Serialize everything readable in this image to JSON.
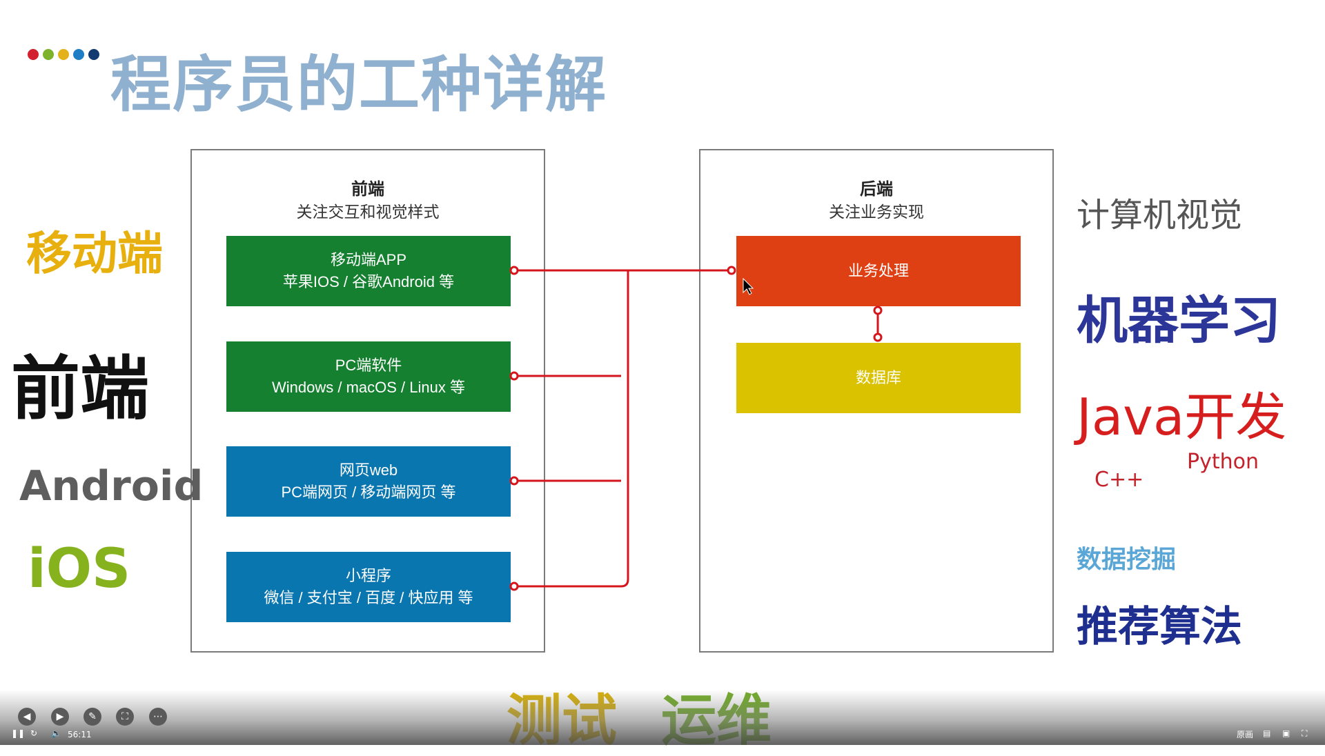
{
  "slide": {
    "title": "程序员的工种详解",
    "dots": [
      "#d3202e",
      "#7cb32b",
      "#e3b21a",
      "#1d7ec6",
      "#123a70"
    ]
  },
  "frontend": {
    "title": "前端",
    "subtitle": "关注交互和视觉样式",
    "boxes": [
      {
        "line1": "移动端APP",
        "line2": "苹果IOS / 谷歌Android 等",
        "color": "#15802f"
      },
      {
        "line1": "PC端软件",
        "line2": "Windows / macOS / Linux 等",
        "color": "#15802f"
      },
      {
        "line1": "网页web",
        "line2": "PC端网页 / 移动端网页 等",
        "color": "#0a76b0"
      },
      {
        "line1": "小程序",
        "line2": "微信 / 支付宝 / 百度 / 快应用 等",
        "color": "#0a76b0"
      }
    ]
  },
  "backend": {
    "title": "后端",
    "subtitle": "关注业务实现",
    "boxes": [
      {
        "label": "业务处理",
        "color": "#de3f13"
      },
      {
        "label": "数据库",
        "color": "#dbc200"
      }
    ]
  },
  "left_words": [
    {
      "text": "移动端",
      "color": "#e8b00f"
    },
    {
      "text": "前端",
      "color": "#111111"
    },
    {
      "text": "Android",
      "color": "#5e5e5e"
    },
    {
      "text": "iOS",
      "color": "#86b21e"
    }
  ],
  "right_words": [
    {
      "text": "计算机视觉",
      "color": "#555555"
    },
    {
      "text": "机器学习",
      "color": "#2c3598"
    },
    {
      "text": "Java开发",
      "color": "#d61e1e"
    },
    {
      "text": "Python",
      "color": "#c4212b"
    },
    {
      "text": "C++",
      "color": "#c4212b"
    },
    {
      "text": "数据挖掘",
      "color": "#5aa6d6"
    },
    {
      "text": "推荐算法",
      "color": "#1e2f8f"
    }
  ],
  "bottom_words": [
    {
      "text": "测试",
      "color": "#d7b00d"
    },
    {
      "text": "运维",
      "color": "#72ac2a"
    }
  ],
  "connector_color": "#d5141b",
  "player": {
    "time": "56:11",
    "right_label": "原画"
  }
}
